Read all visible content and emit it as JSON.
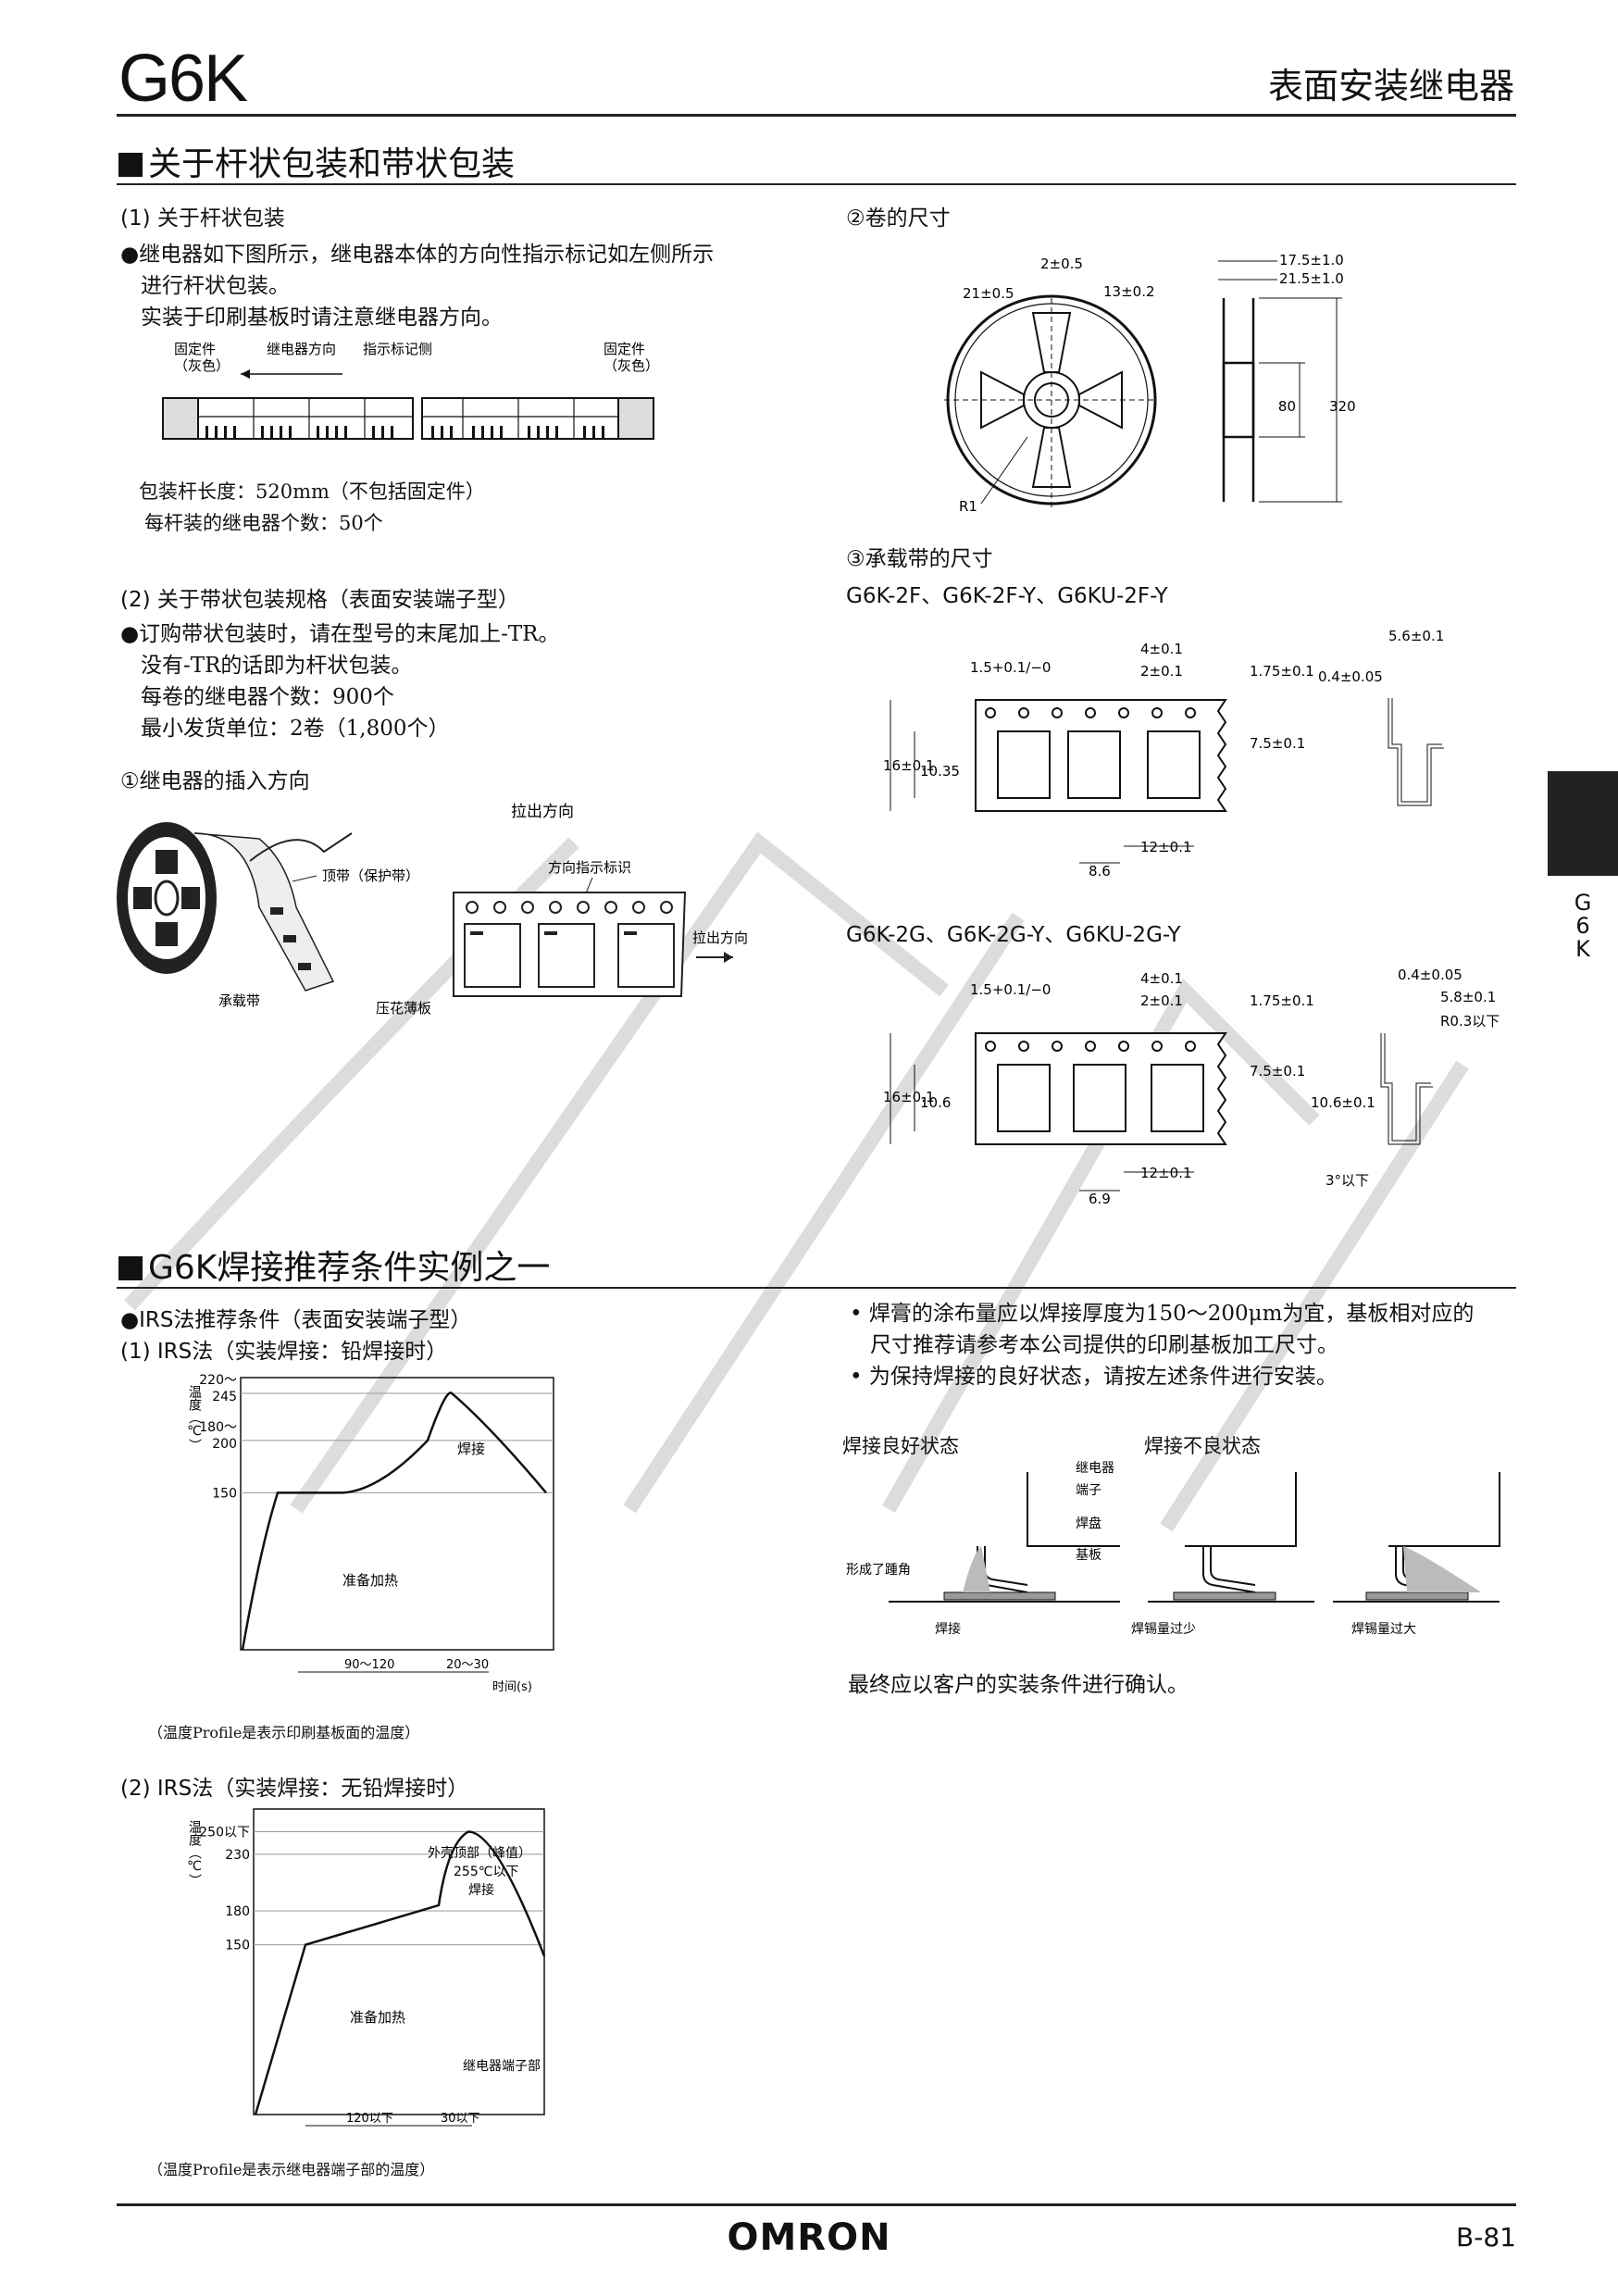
{
  "header": {
    "model": "G6K",
    "category": "表面安装继电器"
  },
  "section1": {
    "title": "关于杆状包装和带状包装",
    "sub1_title": "(1) 关于杆状包装",
    "sub1_lines": [
      "●继电器如下图所示，继电器本体的方向性指示标记如左侧所示",
      "进行杆状包装。",
      "实装于印刷基板时请注意继电器方向。"
    ],
    "stick_labels": {
      "fixing_left": "固定件",
      "gray_left": "（灰色）",
      "relay_dir": "继电器方向",
      "mark": "指示标记侧",
      "fixing_right": "固定件",
      "gray_right": "（灰色）"
    },
    "stick_length": "包装杆长度：520mm（不包括固定件）",
    "per_stick": "每杆装的继电器个数：50个",
    "sub2_title": "(2) 关于带状包装规格（表面安装端子型）",
    "sub2_lines": [
      "●订购带状包装时，请在型号的末尾加上-TR。",
      "没有-TR的话即为杆状包装。",
      "每卷的继电器个数：900个",
      "最小发货单位：2卷（1,800个）"
    ],
    "insert_title": "①继电器的插入方向",
    "insert_labels": {
      "pull_dir_top": "拉出方向",
      "top_tape": "顶带（保护带）",
      "dir_mark": "方向指示标识",
      "pull_dir": "拉出方向",
      "carrier": "承载带",
      "emboss": "压花薄板"
    },
    "reel_title": "②卷的尺寸",
    "reel_dims": {
      "d2": "2±0.5",
      "d21": "21±0.5",
      "d13": "13±0.2",
      "r1": "R1",
      "w175": "17.5±1.0",
      "w215": "21.5±1.0",
      "h80": "80",
      "h320": "320"
    },
    "tape_title": "③承载带的尺寸",
    "tape_models_a": "G6K-2F、G6K-2F-Y、G6KU-2F-Y",
    "tape_models_b": "G6K-2G、G6K-2G-Y、G6KU-2G-Y",
    "tape_dims_a": {
      "p15": "1.5+0.1/−0",
      "p4": "4±0.1",
      "p2": "2±0.1",
      "p175": "1.75±0.1",
      "p16": "16±0.1",
      "p1035": "10.35",
      "p75": "7.5±0.1",
      "p12": "12±0.1",
      "p86": "8.6",
      "p56": "5.6±0.1",
      "p04": "0.4±0.05"
    },
    "tape_dims_b": {
      "p15": "1.5+0.1/−0",
      "p4": "4±0.1",
      "p2": "2±0.1",
      "p175": "1.75±0.1",
      "p16": "16±0.1",
      "p106": "10.6",
      "p75": "7.5±0.1",
      "p12": "12±0.1",
      "p69": "6.9",
      "p04": "0.4±0.05",
      "p58": "5.8±0.1",
      "r03": "R0.3以下",
      "p106b": "10.6±0.1",
      "deg": "3°以下"
    },
    "omron_mark": "OMRON"
  },
  "section2": {
    "title": "G6K焊接推荐条件实例之一",
    "irs_title": "●IRS法推荐条件（表面安装端子型）",
    "chart1": {
      "title": "(1) IRS法（实装焊接：铅焊接时）",
      "ylabel": "温度（℃）",
      "yticks": [
        "220～",
        "245",
        "180～",
        "200",
        "150"
      ],
      "labels": {
        "peak": "焊接",
        "preheat": "准备加热",
        "t1": "90～120",
        "t2": "20～30",
        "xlabel": "时间(s)"
      },
      "note": "（温度Profile是表示印刷基板面的温度）"
    },
    "chart2": {
      "title": "(2) IRS法（实装焊接：无铅焊接时）",
      "ylabel": "温度（℃）",
      "yticks": [
        "250以下",
        "230",
        "180",
        "150"
      ],
      "labels": {
        "peak1": "外壳顶部（峰值）",
        "peak2": "255℃以下",
        "peak3": "焊接",
        "preheat": "准备加热",
        "terminal": "继电器端子部",
        "t1": "120以下",
        "t2": "30以下"
      },
      "note": "（温度Profile是表示继电器端子部的温度）"
    },
    "notes": [
      "• 焊膏的涂布量应以焊接厚度为150～200μm为宜，基板相对应的",
      "尺寸推荐请参考本公司提供的印刷基板加工尺寸。",
      "• 为保持焊接的良好状态，请按左述条件进行安装。"
    ],
    "good_title": "焊接良好状态",
    "bad_title": "焊接不良状态",
    "solder_labels": {
      "relay": "继电器",
      "terminal": "端子",
      "pad": "焊盘",
      "board": "基板",
      "fillet": "形成了踵角",
      "solder": "焊接",
      "less": "焊锡量过少",
      "more": "焊锡量过大"
    },
    "confirm": "最终应以客户的实装条件进行确认。"
  },
  "side_tab": "G\n6\nK",
  "footer": {
    "logo": "OMRON",
    "page": "B-81"
  },
  "chart_data": [
    {
      "type": "line",
      "title": "(1) IRS法（实装焊接：铅焊接时）",
      "ylabel": "温度（℃）",
      "xlabel": "时间(s)",
      "series": [
        {
          "values": [
            0,
            150,
            150,
            200,
            245,
            150
          ]
        }
      ]
    },
    {
      "type": "line",
      "title": "(2) IRS法（实装焊接：无铅焊接时）",
      "ylabel": "温度（℃）",
      "series": [
        {
          "values": [
            0,
            150,
            180,
            230,
            250,
            140
          ]
        }
      ]
    }
  ]
}
